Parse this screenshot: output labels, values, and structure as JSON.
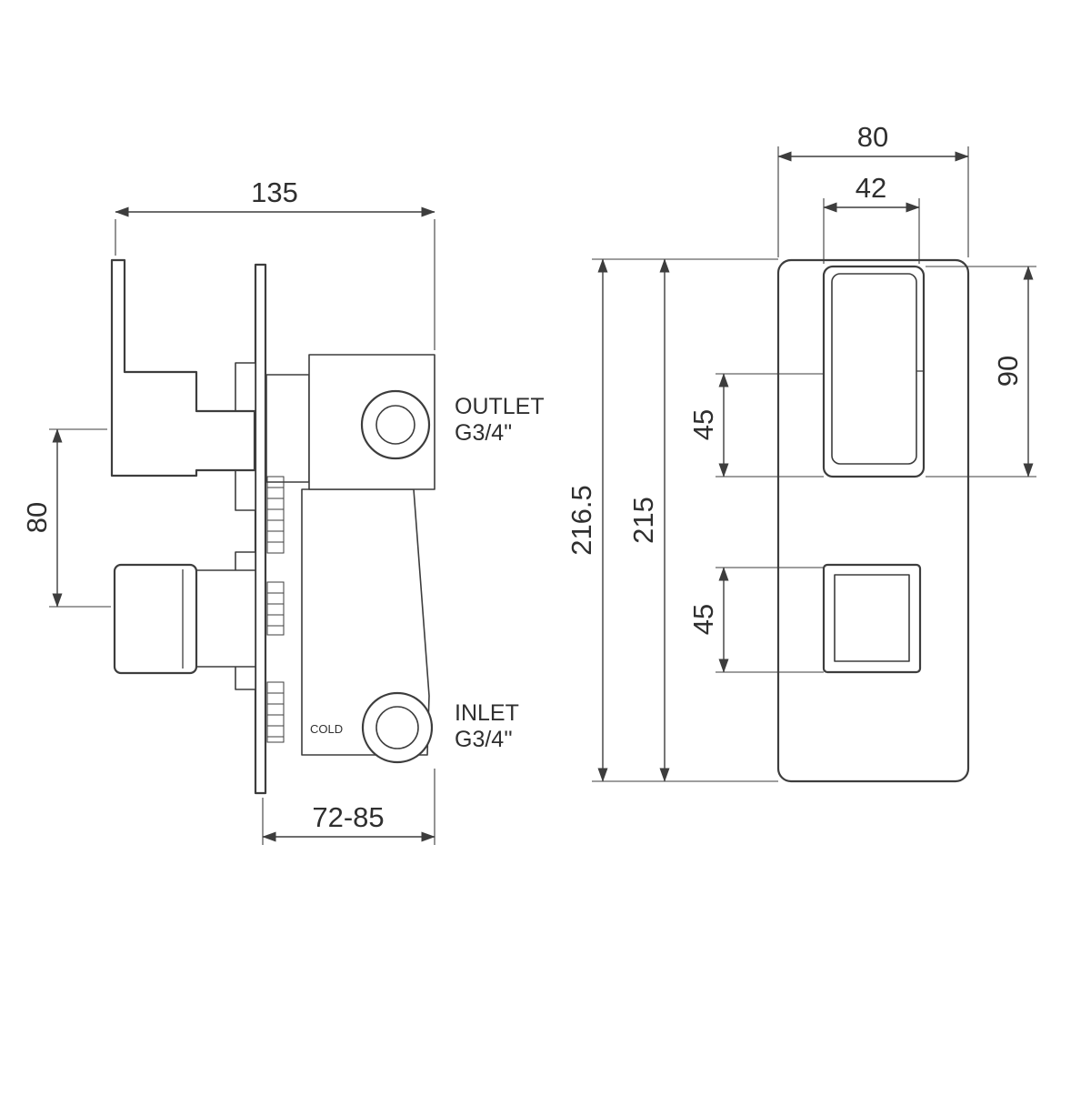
{
  "page": {
    "background_color": "#ffffff",
    "line_color": "#3d3d3d",
    "text_color": "#2f2f2f"
  },
  "side_view": {
    "dim_width_top": "135",
    "dim_handle_offset": "80",
    "dim_depth_bottom": "72-85",
    "outlet_label": "OUTLET",
    "outlet_thread": "G3/4\"",
    "inlet_label": "INLET",
    "inlet_thread": "G3/4''",
    "cold_label": "COLD"
  },
  "front_view": {
    "dim_plate_width": "80",
    "dim_handle_width": "42",
    "dim_overall_height": "216.5",
    "dim_plate_height": "215",
    "dim_top_handle_offset": "45",
    "dim_bottom_handle_offset": "45",
    "dim_top_handle_height": "90"
  }
}
